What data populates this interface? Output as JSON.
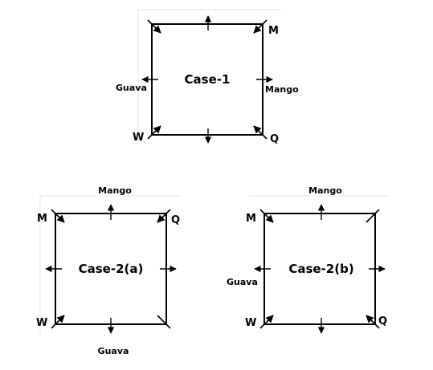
{
  "diagrams": [
    {
      "id": "case-1",
      "title": "Case-1",
      "corners": {
        "top_left": "",
        "top_right": "M",
        "bottom_left": "W",
        "bottom_right": "Q"
      },
      "side_labels": {
        "top": "",
        "bottom": "",
        "left": "Guava",
        "right": "Mango"
      }
    },
    {
      "id": "case-2a",
      "title": "Case-2(a)",
      "corners": {
        "top_left": "M",
        "top_right": "Q",
        "bottom_left": "W",
        "bottom_right": ""
      },
      "side_labels": {
        "top": "Mango",
        "bottom": "Guava",
        "left": "",
        "right": ""
      }
    },
    {
      "id": "case-2b",
      "title": "Case-2(b)",
      "corners": {
        "top_left": "M",
        "top_right": "",
        "bottom_left": "W",
        "bottom_right": "Q"
      },
      "side_labels": {
        "top": "Mango",
        "bottom": "",
        "left": "Guava",
        "right": ""
      }
    }
  ]
}
